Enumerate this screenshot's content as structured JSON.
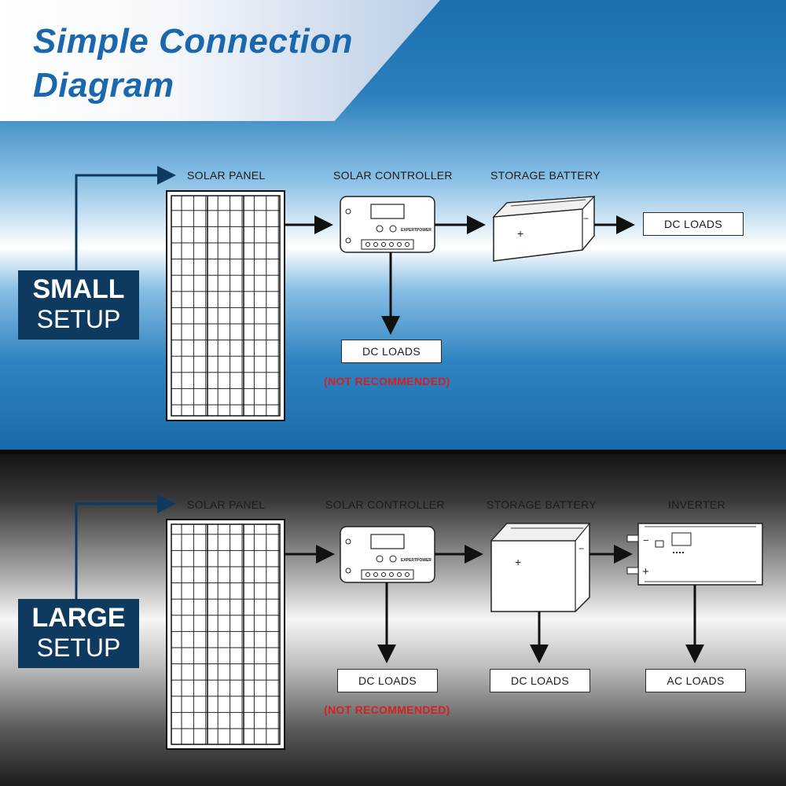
{
  "title": {
    "line1": "Simple Connection",
    "line2": "Diagram"
  },
  "small_setup": {
    "badge_line1": "SMALL",
    "badge_line2": "SETUP",
    "solar_panel_label": "SOLAR PANEL",
    "controller_label": "SOLAR CONTROLLER",
    "battery_label": "STORAGE BATTERY",
    "battery_loads": "DC LOADS",
    "controller_loads": "DC LOADS",
    "warning": "(NOT RECOMMENDED)"
  },
  "large_setup": {
    "badge_line1": "LARGE",
    "badge_line2": "SETUP",
    "solar_panel_label": "SOLAR PANEL",
    "controller_label": "SOLAR CONTROLLER",
    "battery_label": "STORAGE BATTERY",
    "inverter_label": "INVERTER",
    "controller_loads": "DC LOADS",
    "battery_loads": "DC LOADS",
    "inverter_loads": "AC LOADS",
    "warning": "(NOT RECOMMENDED)"
  },
  "device_text": {
    "controller_brand": "EXPERTPOWER",
    "battery_plus": "+",
    "battery_minus": "−",
    "inverter_plus": "+",
    "inverter_minus": "−"
  },
  "colors": {
    "title": "#1a67ad",
    "badge": "#0e3a5f",
    "warning": "#d42020",
    "pointer": "#0e3a5f"
  }
}
